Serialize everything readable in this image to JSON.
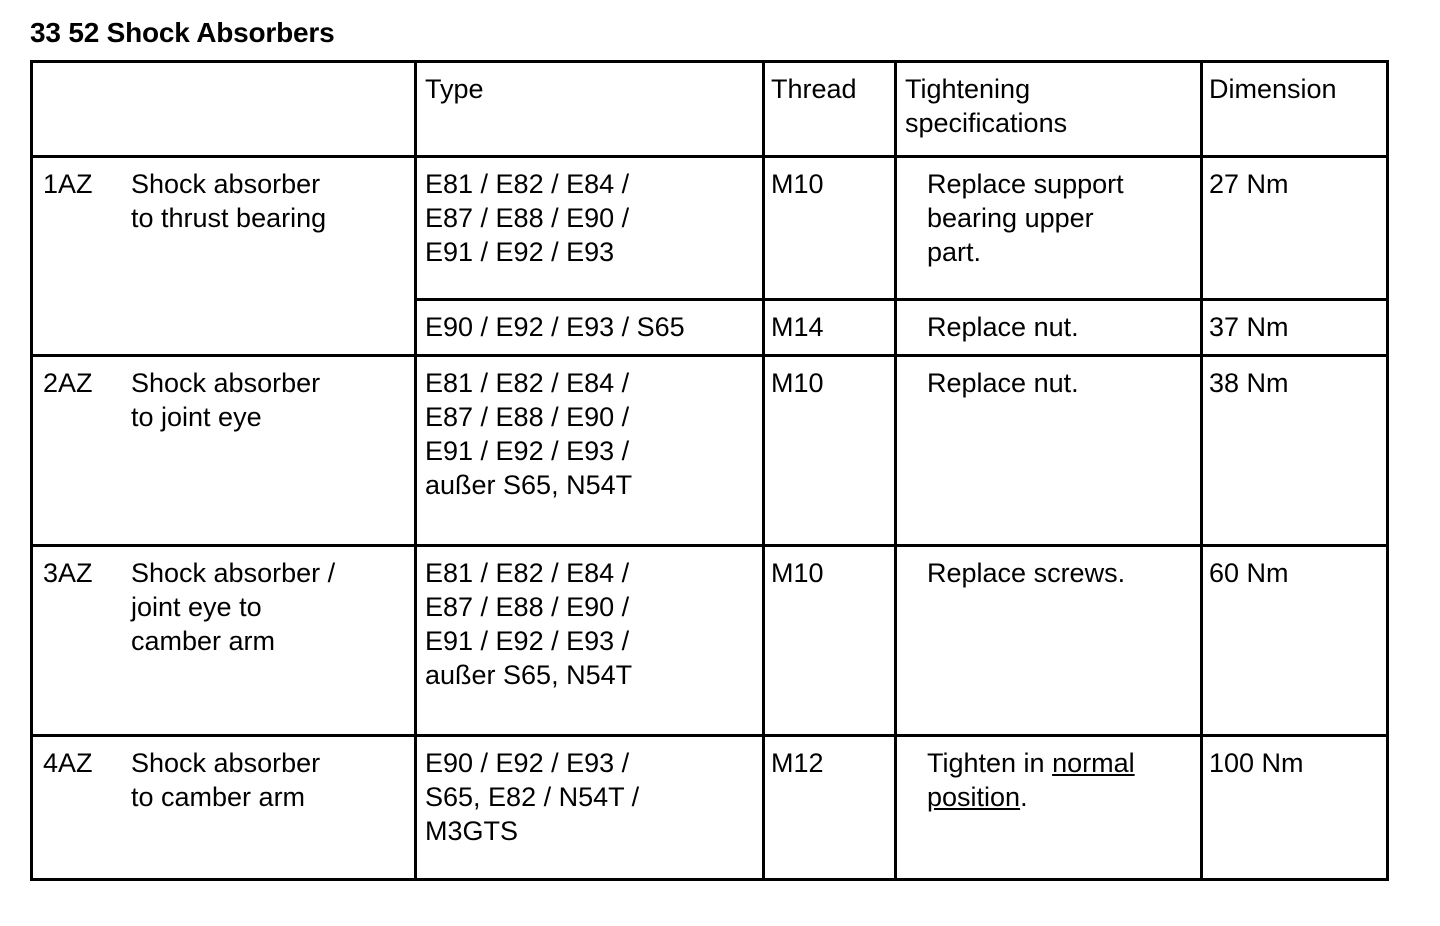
{
  "document": {
    "title": "33 52 Shock Absorbers"
  },
  "table": {
    "headers": {
      "description": "",
      "type": "Type",
      "thread": "Thread",
      "tightening": "Tightening specifications",
      "tightening_line1": "Tightening",
      "tightening_line2": "specifications",
      "dimension": "Dimension"
    },
    "rows": [
      {
        "id": "1AZ",
        "description_line1": "Shock absorber",
        "description_line2": "to thrust bearing",
        "subrows": [
          {
            "type_line1": "E81 / E82 / E84 /",
            "type_line2": "E87 / E88 / E90 /",
            "type_line3": "E91 / E92 / E93",
            "thread": "M10",
            "tightening_line1": "Replace support",
            "tightening_line2": "bearing upper",
            "tightening_line3": "part.",
            "dimension": "27 Nm"
          },
          {
            "type_line1": "E90 / E92 / E93 / S65",
            "thread": "M14",
            "tightening_line1": "Replace nut.",
            "dimension": "37 Nm"
          }
        ]
      },
      {
        "id": "2AZ",
        "description_line1": "Shock absorber",
        "description_line2": "to joint eye",
        "subrows": [
          {
            "type_line1": "E81 / E82 / E84 /",
            "type_line2": "E87 / E88 / E90 /",
            "type_line3": "E91 / E92 / E93 /",
            "type_line4": "außer S65, N54T",
            "thread": "M10",
            "tightening_line1": "Replace nut.",
            "dimension": "38 Nm"
          }
        ]
      },
      {
        "id": "3AZ",
        "description_line1": "Shock absorber /",
        "description_line2": "joint eye to",
        "description_line3": "camber arm",
        "subrows": [
          {
            "type_line1": "E81 / E82 / E84 /",
            "type_line2": "E87 / E88 / E90 /",
            "type_line3": "E91 / E92 / E93 /",
            "type_line4": "außer S65, N54T",
            "thread": "M10",
            "tightening_line1": "Replace screws.",
            "dimension": "60 Nm"
          }
        ]
      },
      {
        "id": "4AZ",
        "description_line1": "Shock absorber",
        "description_line2": "to camber arm",
        "subrows": [
          {
            "type_line1": "E90 / E92 / E93 /",
            "type_line2": "S65, E82 / N54T /",
            "type_line3": "M3GTS",
            "thread": "M12",
            "tightening_prefix": "Tighten in ",
            "tightening_underlined_1": "normal",
            "tightening_underlined_2": "position",
            "tightening_suffix": ".",
            "dimension": "100 Nm"
          }
        ]
      }
    ]
  },
  "colors": {
    "background": "#ffffff",
    "text": "#000000",
    "border": "#000000"
  }
}
